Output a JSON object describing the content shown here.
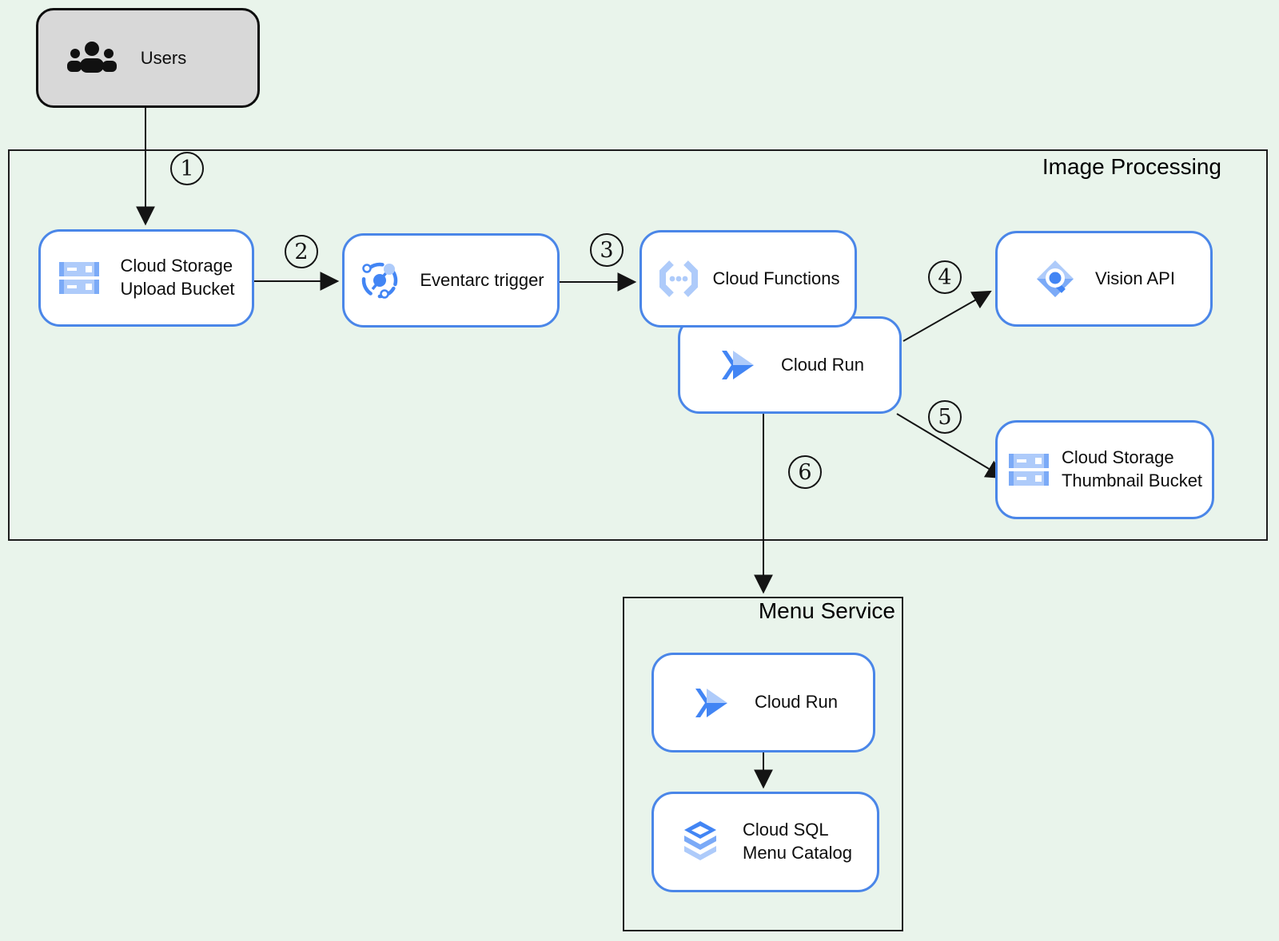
{
  "diagram": {
    "users": {
      "label": "Users"
    },
    "containers": {
      "image_processing": {
        "label": "Image Processing"
      },
      "menu_service": {
        "label": "Menu Service"
      }
    },
    "nodes": {
      "upload_bucket": {
        "line1": "Cloud Storage",
        "line2": "Upload Bucket"
      },
      "eventarc": {
        "line1": "Eventarc trigger"
      },
      "cloud_functions": {
        "line1": "Cloud Functions"
      },
      "cloud_run_image": {
        "line1": "Cloud Run"
      },
      "vision_api": {
        "line1": "Vision API"
      },
      "thumbnail_bucket": {
        "line1": "Cloud Storage",
        "line2": "Thumbnail Bucket"
      },
      "cloud_run_menu": {
        "line1": "Cloud Run"
      },
      "cloud_sql": {
        "line1": "Cloud SQL",
        "line2": "Menu Catalog"
      }
    },
    "steps": [
      "1",
      "2",
      "3",
      "4",
      "5",
      "6"
    ],
    "icons": {
      "users": "people-icon",
      "upload_bucket": "cloud-storage-icon",
      "eventarc": "eventarc-icon",
      "cloud_functions": "cloud-functions-icon",
      "cloud_run_image": "cloud-run-icon",
      "vision_api": "vision-api-icon",
      "thumbnail_bucket": "cloud-storage-icon",
      "cloud_run_menu": "cloud-run-icon",
      "cloud_sql": "cloud-sql-icon"
    },
    "colors": {
      "background": "#e9f4eb",
      "node_border": "#4a86e8",
      "icon_blue": "#4285f4",
      "icon_mid_blue": "#7baaf7",
      "icon_light_blue": "#aecbfa",
      "users_fill": "#d8d8d8",
      "line_black": "#141414"
    }
  }
}
